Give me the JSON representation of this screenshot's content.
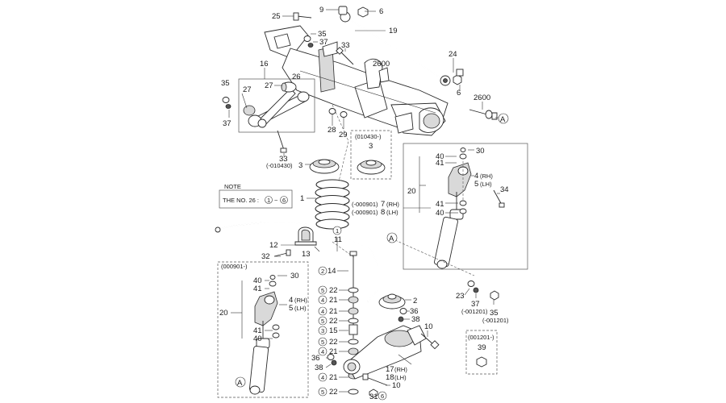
{
  "callouts": {
    "c9": "9",
    "c6a": "6",
    "c25": "25",
    "c19": "19",
    "c35a": "35",
    "c37a": "37",
    "c33a": "33",
    "c2600a": "2600",
    "c24": "24",
    "c6b": "6",
    "c2600b": "2600",
    "c16": "16",
    "c35b": "35",
    "c27a": "27",
    "c27b": "27",
    "c26": "26",
    "c37b": "37",
    "c28": "28",
    "c29": "29",
    "c33b": "33",
    "c33b_code": "(-010430)",
    "c3a": "3",
    "c3b_code": "(010430-)",
    "c3b": "3",
    "c30a": "30",
    "c40a": "40",
    "c41a": "41",
    "c4a": "4",
    "c4a_suffix": "(RH)",
    "c5a": "5",
    "c5a_suffix": "(LH)",
    "c20a": "20",
    "c34": "34",
    "c7_code": "(-000901)",
    "c7": "7",
    "c7_suffix": "(RH)",
    "c8_code": "(-000901)",
    "c8": "8",
    "c8_suffix": "(LH)",
    "c41b": "41",
    "c40b": "40",
    "c1": "1",
    "c11": "11",
    "c12": "12",
    "c32": "32",
    "c13": "13",
    "c000901": "(000901-)",
    "c40c": "40",
    "c41c": "41",
    "c30b": "30",
    "c4b": "4",
    "c4b_suffix": "(RH)",
    "c5b": "5",
    "c5b_suffix": "(LH)",
    "c20b": "20",
    "c41d": "41",
    "c40d": "40",
    "c14": "14",
    "c22a": "22",
    "c21a": "21",
    "c21b": "21",
    "c22b": "22",
    "c15": "15",
    "c22c": "22",
    "c21c": "21",
    "c36a": "36",
    "c38a": "38",
    "c21d": "21",
    "c22d": "22",
    "c31": "31",
    "c36b": "36",
    "c38b": "38",
    "c17": "17",
    "c17_suffix": "(RH)",
    "c18": "18",
    "c18_suffix": "(LH)",
    "c10a": "10",
    "c10b": "10",
    "c2": "2",
    "c23": "23",
    "c37c": "37",
    "c37c_code": "(-001201)",
    "c35c": "35",
    "c35c_code": "(-001201)",
    "c001201": "(001201-)",
    "c39": "39"
  },
  "circled": {
    "n1": "1",
    "n2": "2",
    "n4a": "4",
    "n5a": "5",
    "n4b": "4",
    "n5b": "5",
    "n3": "3",
    "n5c": "5",
    "n4c": "4",
    "n4d": "4",
    "n5d": "5",
    "n6": "6",
    "note1": "1",
    "note6": "6"
  },
  "refs": {
    "a1": "A",
    "a2": "A",
    "a3": "A"
  },
  "note": {
    "title": "NOTE",
    "text": "THE NO. 26 :",
    "sep": "~"
  }
}
